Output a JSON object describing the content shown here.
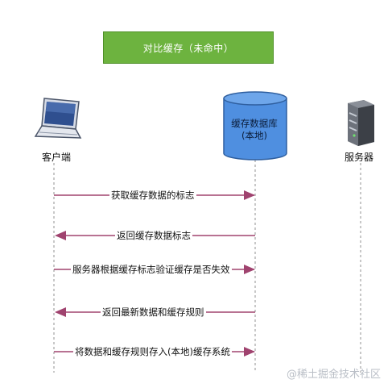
{
  "title": "对比缓存（未命中）",
  "actors": {
    "client": "客户端",
    "database_line1": "缓存数据库",
    "database_line2": "(本地)",
    "server": "服务器"
  },
  "messages": [
    {
      "label": "获取缓存数据的标志",
      "direction": "right"
    },
    {
      "label": "返回缓存数据标志",
      "direction": "left"
    },
    {
      "label": "服务器根据缓存标志验证缓存是否失效",
      "direction": "right"
    },
    {
      "label": "返回最新数据和缓存规则",
      "direction": "left"
    },
    {
      "label": "将数据和缓存规则存入(本地)缓存系统",
      "direction": "right"
    }
  ],
  "watermark": "@稀土掘金技术社区",
  "colors": {
    "title_bg": "#6db33f",
    "arrow": "#a0436f",
    "database": "#4f8fe0",
    "lifeline": "#c8c8c8"
  }
}
